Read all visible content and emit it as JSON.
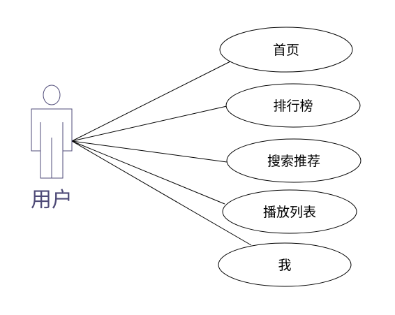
{
  "colors": {
    "actor_stroke": "#4f4b78",
    "actor_label": "#4f4b78",
    "line": "#000000",
    "ellipse_stroke": "#000000",
    "background": "#ffffff"
  },
  "actor": {
    "label": "用户"
  },
  "use_cases": [
    {
      "label": "首页"
    },
    {
      "label": "排行榜"
    },
    {
      "label": "搜索推荐"
    },
    {
      "label": "播放列表"
    },
    {
      "label": "我"
    }
  ]
}
